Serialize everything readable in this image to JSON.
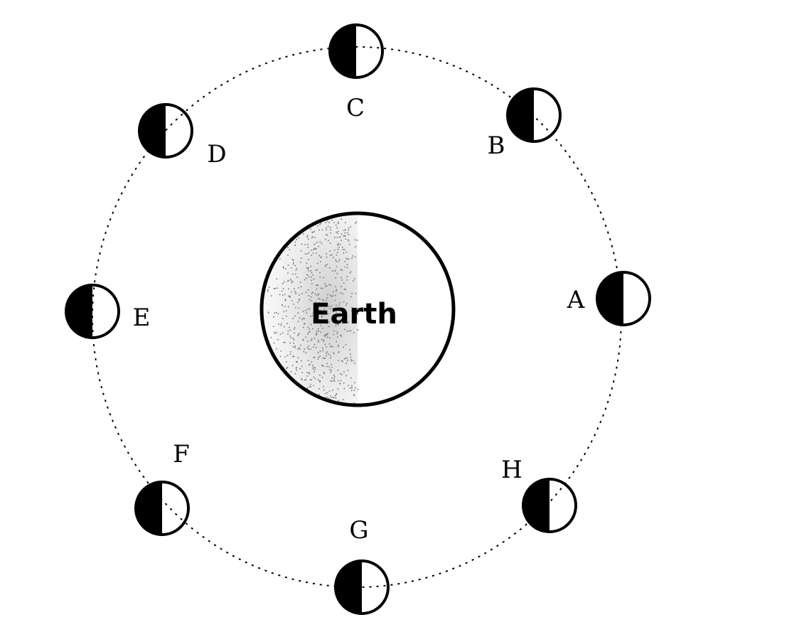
{
  "earth": {
    "label": "Earth"
  },
  "moons": [
    {
      "id": "A",
      "label": "A"
    },
    {
      "id": "B",
      "label": "B"
    },
    {
      "id": "C",
      "label": "C"
    },
    {
      "id": "D",
      "label": "D"
    },
    {
      "id": "E",
      "label": "E"
    },
    {
      "id": "F",
      "label": "F"
    },
    {
      "id": "G",
      "label": "G"
    },
    {
      "id": "H",
      "label": "H"
    }
  ],
  "colors": {
    "ink": "#000000",
    "background": "#ffffff",
    "earth_shade": "#777777"
  }
}
